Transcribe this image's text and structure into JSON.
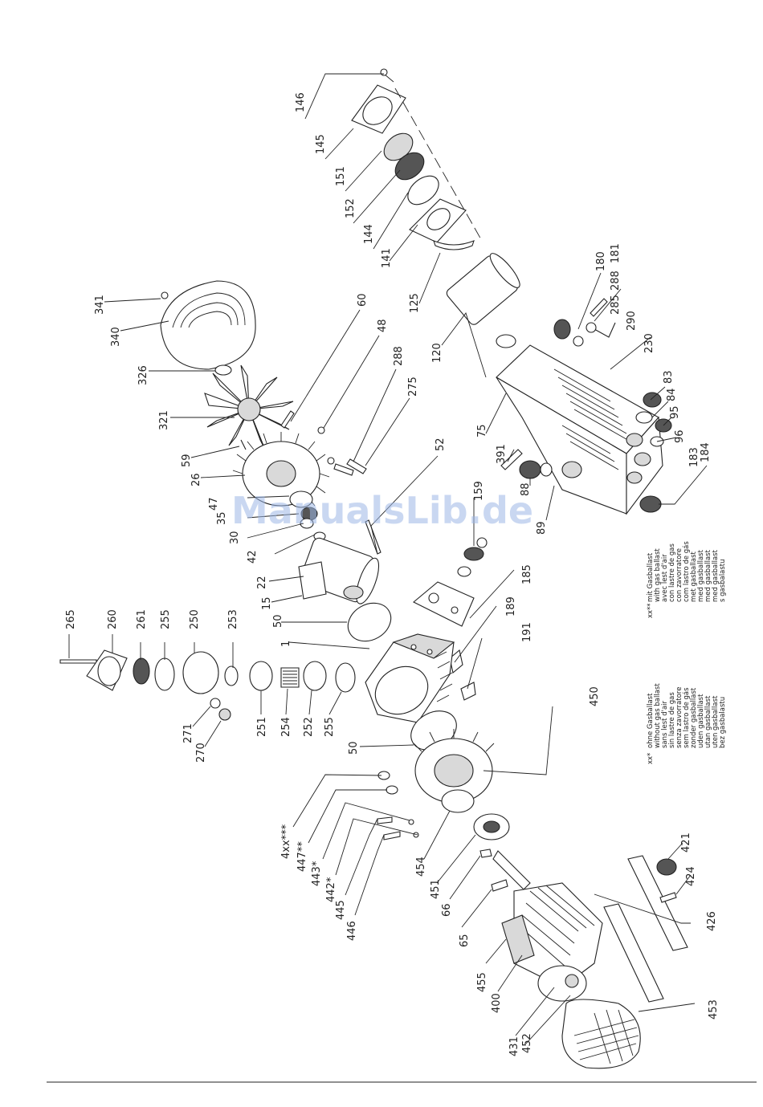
{
  "watermark": "ManualsLib.de",
  "part_labels": [
    "146",
    "145",
    "151",
    "152",
    "144",
    "141",
    "125",
    "120",
    "180",
    "181",
    "288",
    "285",
    "290",
    "230",
    "75",
    "83",
    "84",
    "95",
    "96",
    "184",
    "183",
    "391",
    "88",
    "89",
    "341",
    "340",
    "326",
    "60",
    "48",
    "288",
    "275",
    "321",
    "59",
    "26",
    "47",
    "35",
    "30",
    "42",
    "22",
    "15",
    "52",
    "159",
    "185",
    "189",
    "191",
    "1",
    "50",
    "50",
    "265",
    "260",
    "261",
    "255",
    "250",
    "253",
    "251",
    "254",
    "252",
    "255",
    "271",
    "270",
    "450",
    "4xx***",
    "447**",
    "443*",
    "442*",
    "445",
    "446",
    "454",
    "451",
    "66",
    "65",
    "455",
    "400",
    "431",
    "452",
    "421",
    "424",
    "426",
    "453"
  ],
  "legend": {
    "with_gas_ballast": {
      "marker": "xx**",
      "lines": [
        "mit Gasballast",
        "with gas ballast",
        "avec lest d'air",
        "con lastre de gas",
        "con zavorratore",
        "com lastro de gás",
        "met gasballast",
        "med gasballast",
        "med gasballast",
        "med gasballast",
        "s gasbalastu"
      ]
    },
    "without_gas_ballast": {
      "marker": "xx*",
      "lines": [
        "ohne Gasballast",
        "without gas ballast",
        "sans lest d'air",
        "sin lastre de gas",
        "senza zavorratore",
        "sem lastro de gás",
        "zonder gasballast",
        "uden gasballast",
        "utan gasballast",
        "uten gasballast",
        "bez gasbalastu"
      ]
    }
  }
}
